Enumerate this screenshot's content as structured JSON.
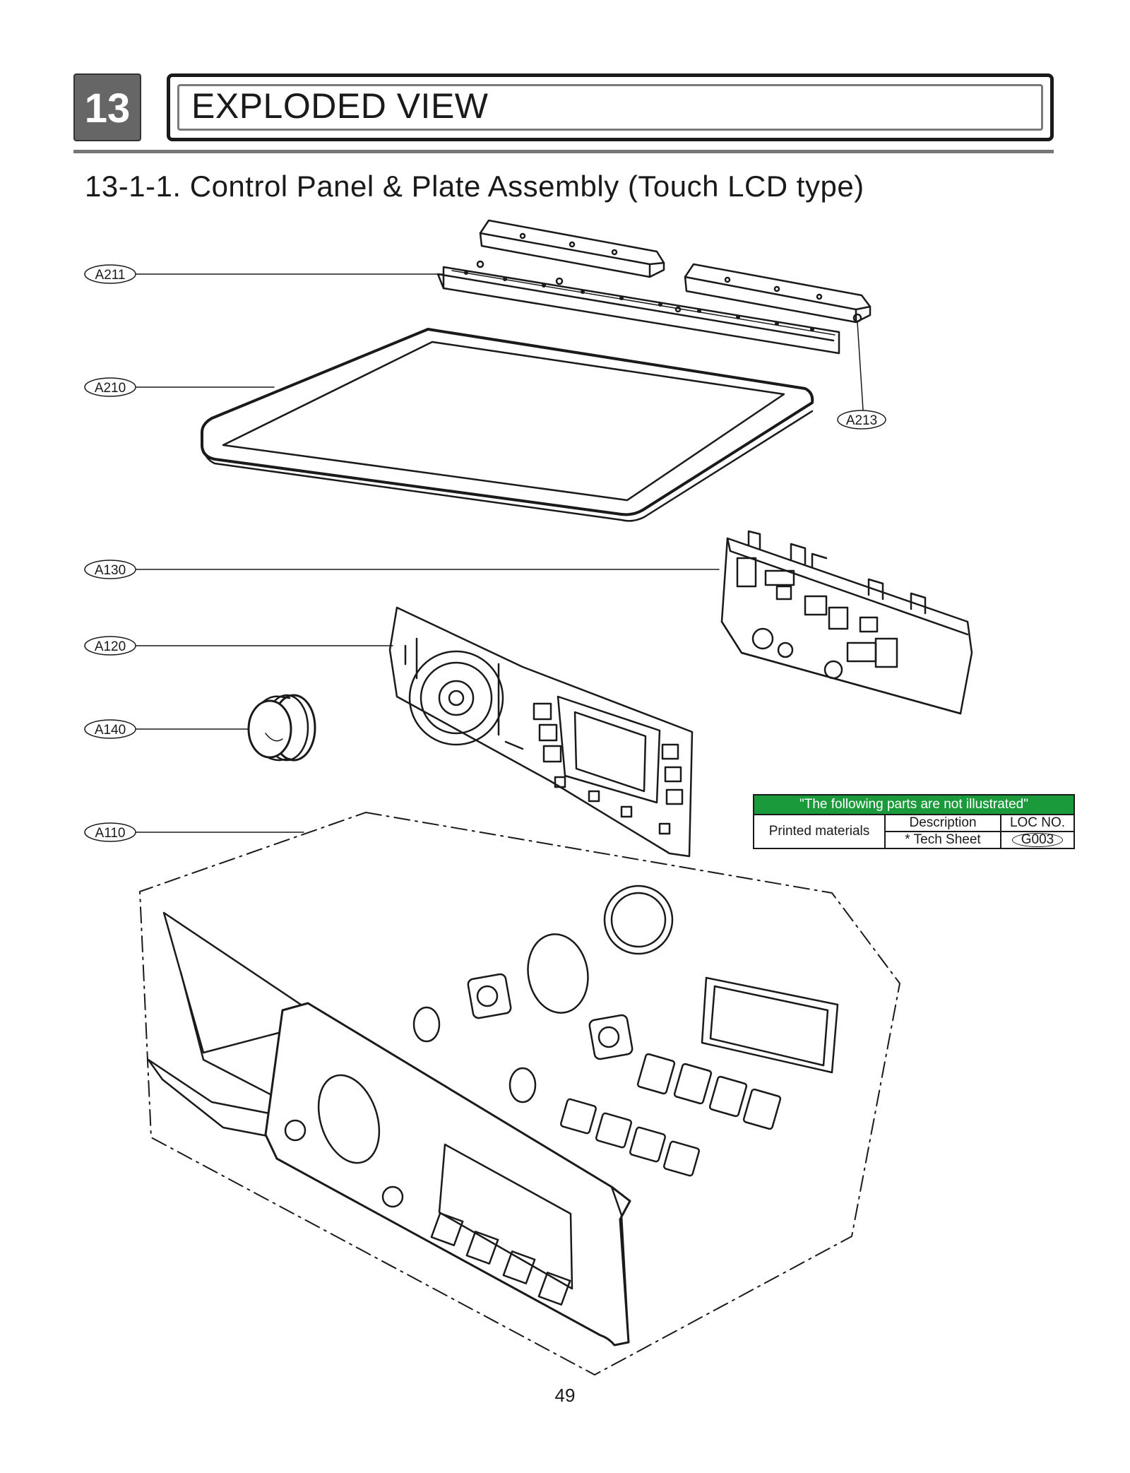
{
  "header": {
    "section_number": "13",
    "title": "EXPLODED VIEW"
  },
  "subtitle": "13-1-1. Control Panel & Plate Assembly (Touch LCD type)",
  "callouts": [
    {
      "id": "a211",
      "label": "A211"
    },
    {
      "id": "a210",
      "label": "A210"
    },
    {
      "id": "a213",
      "label": "A213"
    },
    {
      "id": "a130",
      "label": "A130"
    },
    {
      "id": "a120",
      "label": "A120"
    },
    {
      "id": "a140",
      "label": "A140"
    },
    {
      "id": "a110",
      "label": "A110"
    }
  ],
  "note_table": {
    "header": "\"The following parts are not illustrated\"",
    "category": "Printed materials",
    "col_description": "Description",
    "col_loc": "LOC NO.",
    "description": "* Tech Sheet",
    "loc": "G003",
    "header_color": "#1b9a3c"
  },
  "page_number": "49"
}
